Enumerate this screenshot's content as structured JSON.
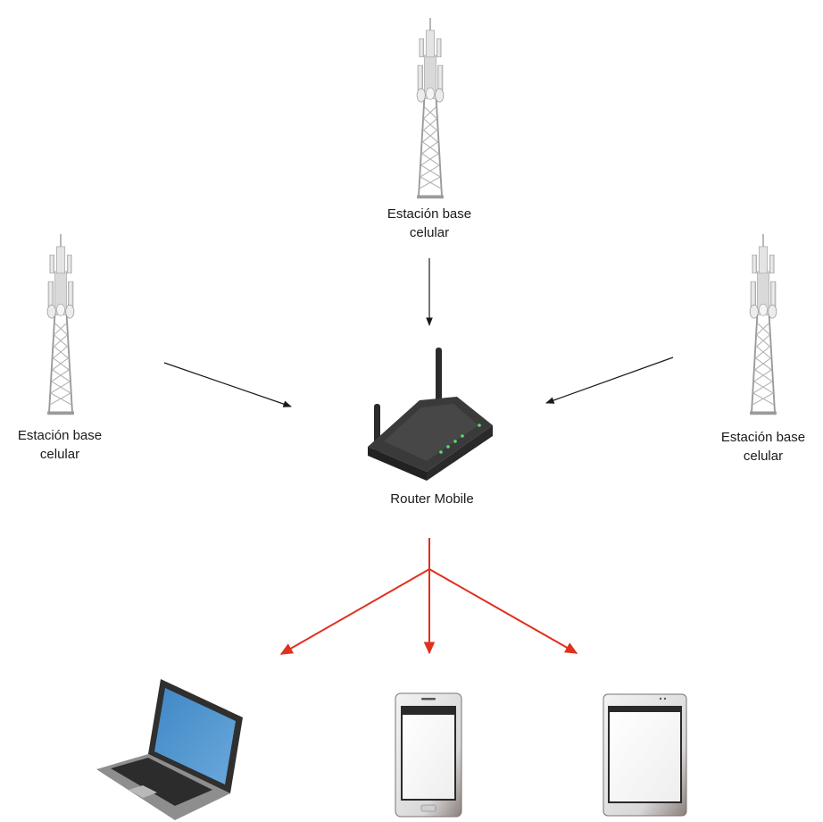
{
  "nodes": {
    "tower_top": {
      "line1": "Estación base",
      "line2": "celular"
    },
    "tower_left": {
      "line1": "Estación base",
      "line2": "celular"
    },
    "tower_right": {
      "line1": "Estación base",
      "line2": "celular"
    },
    "router": {
      "label": "Router Mobile"
    }
  },
  "edges": [
    {
      "from": "tower_top",
      "to": "router",
      "color": "#1a1a1a"
    },
    {
      "from": "tower_left",
      "to": "router",
      "color": "#1a1a1a"
    },
    {
      "from": "tower_right",
      "to": "router",
      "color": "#1a1a1a"
    },
    {
      "from": "router",
      "to": "laptop",
      "color": "#e0301e"
    },
    {
      "from": "router",
      "to": "phone",
      "color": "#e0301e"
    },
    {
      "from": "router",
      "to": "tablet",
      "color": "#e0301e"
    }
  ],
  "devices": [
    "laptop-icon",
    "smartphone-icon",
    "tablet-icon"
  ],
  "colors": {
    "incoming": "#1a1a1a",
    "outgoing": "#e0301e"
  }
}
